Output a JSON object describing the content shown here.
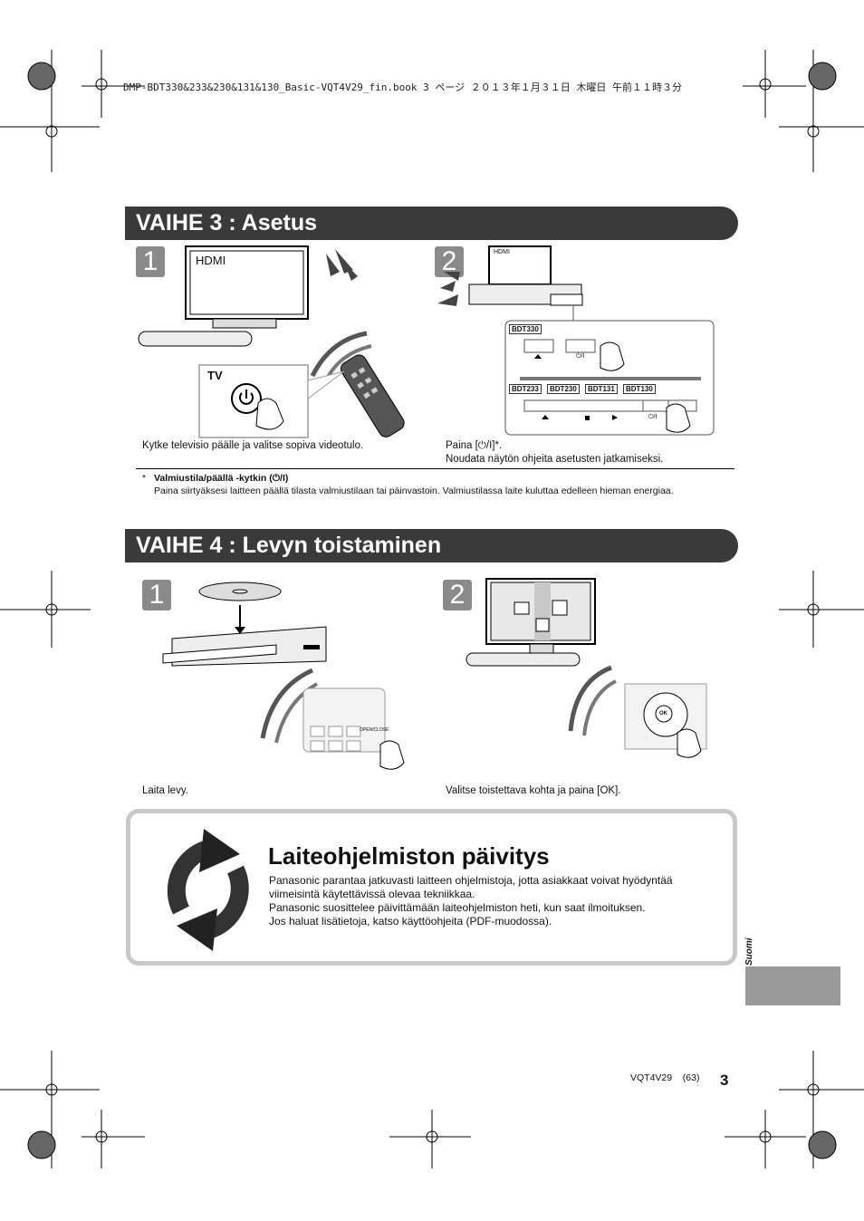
{
  "header": {
    "file_line": "DMP-BDT330&233&230&131&130_Basic-VQT4V29_fin.book  3 ページ  ２０１３年１月３１日  木曜日  午前１１時３分"
  },
  "step3": {
    "title": "VAIHE 3 : Asetus",
    "sub1": {
      "num": "1",
      "screen_label": "HDMI",
      "tv_label": "TV",
      "caption": "Kytke televisio päälle ja valitse sopiva videotulo."
    },
    "sub2": {
      "num": "2",
      "screen_label": "HDMI",
      "models_top": [
        "BDT330"
      ],
      "models_bottom": [
        "BDT233",
        "BDT230",
        "BDT131",
        "BDT130"
      ],
      "power_symbol": "⏻/I",
      "caption_line1": "Paina [⏻/I]*.",
      "caption_line2": "Noudata näytön ohjeita asetusten jatkamiseksi."
    },
    "footnote": {
      "star": "*",
      "heading": "Valmiustila/päällä -kytkin (⏻/I)",
      "text": "Paina siirtyäksesi laitteen päällä tilasta valmiustilaan tai päinvastoin. Valmiustilassa laite kuluttaa edelleen hieman energiaa."
    }
  },
  "step4": {
    "title": "VAIHE 4 : Levyn toistaminen",
    "sub1": {
      "num": "1",
      "caption": "Laita levy.",
      "remote_label": "OPEN/CLOSE"
    },
    "sub2": {
      "num": "2",
      "caption": "Valitse toistettava kohta ja paina [OK].",
      "ok_label": "OK"
    }
  },
  "firmware": {
    "title": "Laiteohjelmiston päivitys",
    "lines": [
      "Panasonic parantaa jatkuvasti laitteen ohjelmistoja, jotta asiakkaat voivat hyödyntää",
      "viimeisintä käytettävissä olevaa tekniikkaa.",
      "Panasonic suosittelee päivittämään laiteohjelmiston heti, kun saat ilmoituksen.",
      "Jos haluat lisätietoja, katso käyttöohjeita (PDF-muodossa)."
    ]
  },
  "side_language": "Suomi",
  "footer": {
    "code": "VQT4V29",
    "sub_page": "(63)",
    "page": "3"
  }
}
